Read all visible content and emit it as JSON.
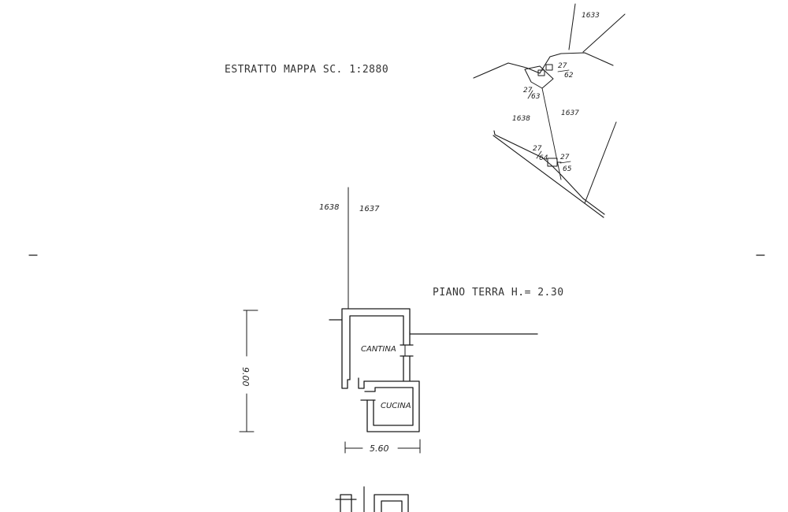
{
  "map_title": "ESTRATTO MAPPA SC. 1:2880",
  "floor_title": "PIANO TERRA H.= 2.30",
  "parcels": {
    "p1633": "1633",
    "p1638_map": "1638",
    "p1637_map": "1637",
    "p1638_plan": "1638",
    "p1637_plan": "1637"
  },
  "subparcels": {
    "a_num": "27",
    "a_den": "62",
    "b_num": "27",
    "b_den": "63",
    "c_num": "27",
    "c_den": "64",
    "d_num": "27",
    "d_den": "65"
  },
  "rooms": {
    "cantina": "CANTINA",
    "cucina": "CUCINA"
  },
  "dimensions": {
    "height": "9.00",
    "width": "5.60"
  }
}
